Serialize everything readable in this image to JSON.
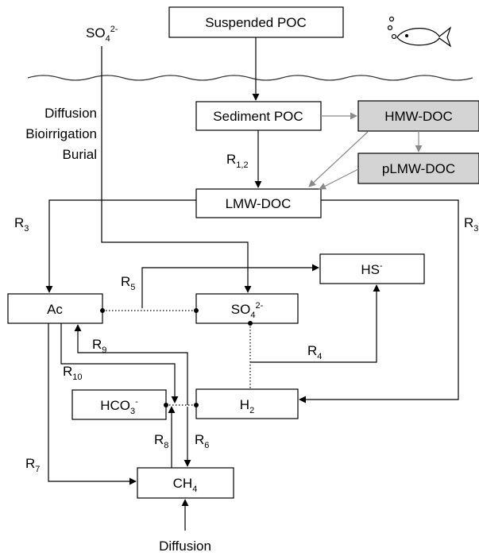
{
  "boxes": {
    "suspended_poc": "Suspended POC",
    "sediment_poc": "Sediment POC",
    "hmw_doc": "HMW-DOC",
    "plmw_doc": "pLMW-DOC",
    "lmw_doc": "LMW-DOC",
    "hs": {
      "base": "HS",
      "sup": "-"
    },
    "ac": "Ac",
    "so4_box": {
      "base": "SO",
      "sub": "4",
      "sup": "2-"
    },
    "hco3": {
      "base": "HCO",
      "sub": "3",
      "sup": "-"
    },
    "h2": {
      "base": "H",
      "sub": "2"
    },
    "ch4": {
      "base": "CH",
      "sub": "4"
    }
  },
  "labels": {
    "so4_top": {
      "base": "SO",
      "sub": "4",
      "sup": "2-"
    },
    "transport": [
      "Diffusion",
      "Bioirrigation",
      "Burial"
    ],
    "diffusion_bottom": "Diffusion"
  },
  "rates": {
    "r12": {
      "base": "R",
      "sub": "1,2"
    },
    "r3_left": {
      "base": "R",
      "sub": "3"
    },
    "r3_right": {
      "base": "R",
      "sub": "3"
    },
    "r4": {
      "base": "R",
      "sub": "4"
    },
    "r5": {
      "base": "R",
      "sub": "5"
    },
    "r6": {
      "base": "R",
      "sub": "6"
    },
    "r7": {
      "base": "R",
      "sub": "7"
    },
    "r8": {
      "base": "R",
      "sub": "8"
    },
    "r9": {
      "base": "R",
      "sub": "9"
    },
    "r10": {
      "base": "R",
      "sub": "10"
    }
  },
  "colors": {
    "gray_box": "#d4d4d4",
    "gray_arrow": "#8a8a8a"
  },
  "icons": [
    "fish-icon",
    "bubbles-icon",
    "water-surface-wave"
  ]
}
